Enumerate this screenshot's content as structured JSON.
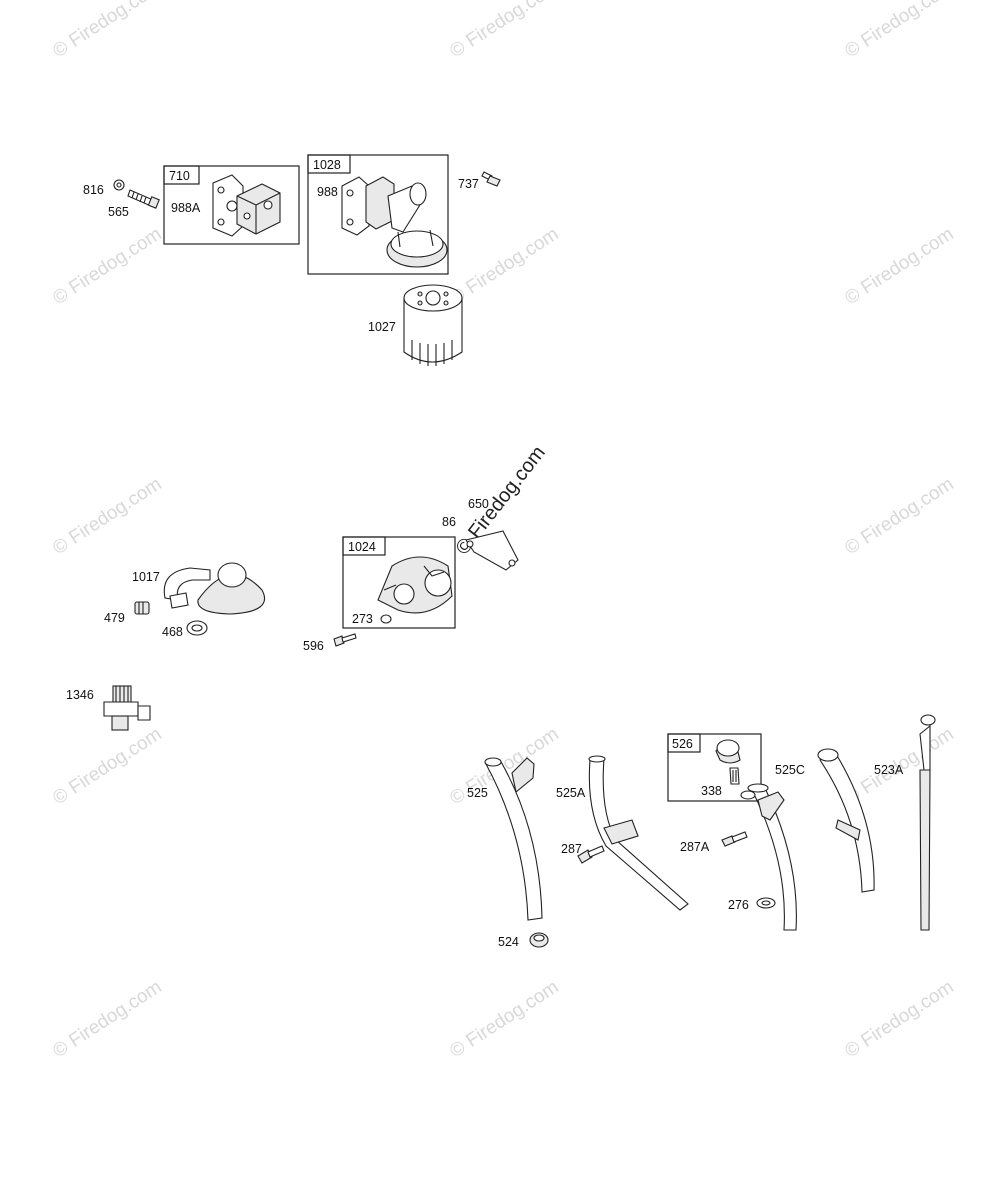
{
  "watermark": {
    "text": "© Firedog.com"
  },
  "boxes": {
    "b710": "710",
    "b1028": "1028",
    "b1024": "1024",
    "b526": "526"
  },
  "labels": {
    "l816": "816",
    "l565": "565",
    "l988A": "988A",
    "l988": "988",
    "l737": "737",
    "l1027": "1027",
    "l650": "650",
    "l86": "86",
    "l1017": "1017",
    "l479": "479",
    "l468": "468",
    "l273": "273",
    "l596": "596",
    "l1346": "1346",
    "l525": "525",
    "l525A": "525A",
    "l287": "287",
    "l524": "524",
    "l338": "338",
    "l287A": "287A",
    "l276": "276",
    "l525C": "525C",
    "l523A": "523A"
  }
}
